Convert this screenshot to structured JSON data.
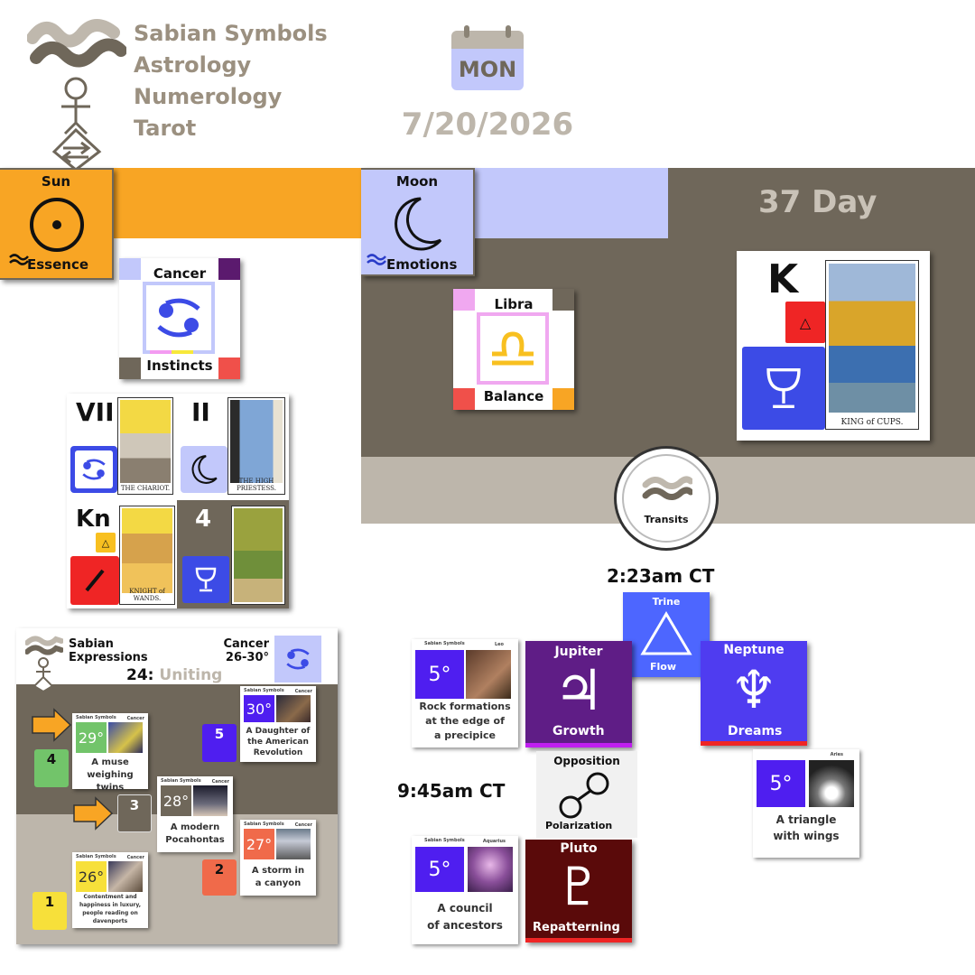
{
  "brand": {
    "line1": "Sabian Symbols",
    "line2": "Astrology",
    "line3": "Numerology",
    "line4": "Tarot",
    "color": "#9b9080"
  },
  "calendar": {
    "weekday": "MON",
    "date": "7/20/2026"
  },
  "sun": {
    "title": "Sun",
    "label": "Essence",
    "color": "#f8a524",
    "icon": "sun-symbol-icon"
  },
  "moon": {
    "title": "Moon",
    "label": "Emotions",
    "color": "#c2c8fb",
    "icon": "crescent-moon-icon"
  },
  "day_counter": {
    "label": "37 Day",
    "color": "#6f675a"
  },
  "cancer_card": {
    "sign": "Cancer",
    "label": "Instincts",
    "icon": "cancer-glyph-icon"
  },
  "libra_card": {
    "sign": "Libra",
    "label": "Balance",
    "icon": "libra-glyph-icon"
  },
  "tarot_sun": [
    {
      "numeral": "VII",
      "card": "THE CHARIOT.",
      "icon": "cancer-glyph-icon"
    },
    {
      "numeral": "II",
      "card": "THE HIGH PRIESTESS.",
      "icon": "crescent-moon-icon"
    },
    {
      "numeral": "Kn",
      "card": "KNIGHT of WANDS.",
      "icon": "wand-icon"
    },
    {
      "numeral": "4",
      "card": "",
      "icon": "cup-icon"
    }
  ],
  "tarot_day": {
    "rank": "K",
    "card": "KING of CUPS.",
    "icon": "cup-icon"
  },
  "transits": {
    "label": "Transits",
    "time1": "2:23am CT",
    "time2": "9:45am CT",
    "aspect1": {
      "name": "Trine",
      "label": "Flow"
    },
    "aspect2": {
      "name": "Opposition",
      "label": "Polarization"
    },
    "jupiter": {
      "planet": "Jupiter",
      "label": "Growth",
      "glyph": "♃"
    },
    "neptune": {
      "planet": "Neptune",
      "label": "Dreams",
      "glyph": "♆"
    },
    "pluto": {
      "planet": "Pluto",
      "label": "Repatterning",
      "glyph": "♇"
    },
    "sabian_leo": {
      "brand": "Sabian Symbols",
      "sign": "Leo",
      "degree": "5°",
      "phrase1": "Rock formations",
      "phrase2": "at the edge of",
      "phrase3": "a precipice"
    },
    "sabian_aries": {
      "sign": "Aries",
      "degree": "5°",
      "phrase1": "A triangle",
      "phrase2": "with wings"
    },
    "sabian_aquarius": {
      "brand": "Sabian Symbols",
      "sign": "Aquarius",
      "degree": "5°",
      "phrase1": "A council",
      "phrase2": "of ancestors"
    }
  },
  "expressions": {
    "title1": "Sabian",
    "title2": "Expressions",
    "sign": "Cancer",
    "range": "26-30°",
    "theme_num": "24:",
    "theme": "Uniting",
    "cards": [
      {
        "degree": "29°",
        "phrase1": "A muse",
        "phrase2": "weighing twins",
        "num": "4",
        "sign": "Cancer"
      },
      {
        "degree": "30°",
        "phrase1": "A Daughter of",
        "phrase2": "the American",
        "phrase3": "Revolution",
        "num": "5",
        "sign": "Cancer"
      },
      {
        "degree": "28°",
        "phrase1": "A modern",
        "phrase2": "Pocahontas",
        "num": "3",
        "sign": "Cancer"
      },
      {
        "degree": "27°",
        "phrase1": "A storm in",
        "phrase2": "a canyon",
        "num": "2",
        "sign": "Cancer"
      },
      {
        "degree": "26°",
        "phrase1": "Contentment and",
        "phrase2": "happiness in luxury,",
        "phrase3": "people reading on",
        "phrase4": "davenports",
        "num": "1",
        "sign": "Cancer"
      }
    ],
    "brand_small": "Sabian Symbols"
  }
}
